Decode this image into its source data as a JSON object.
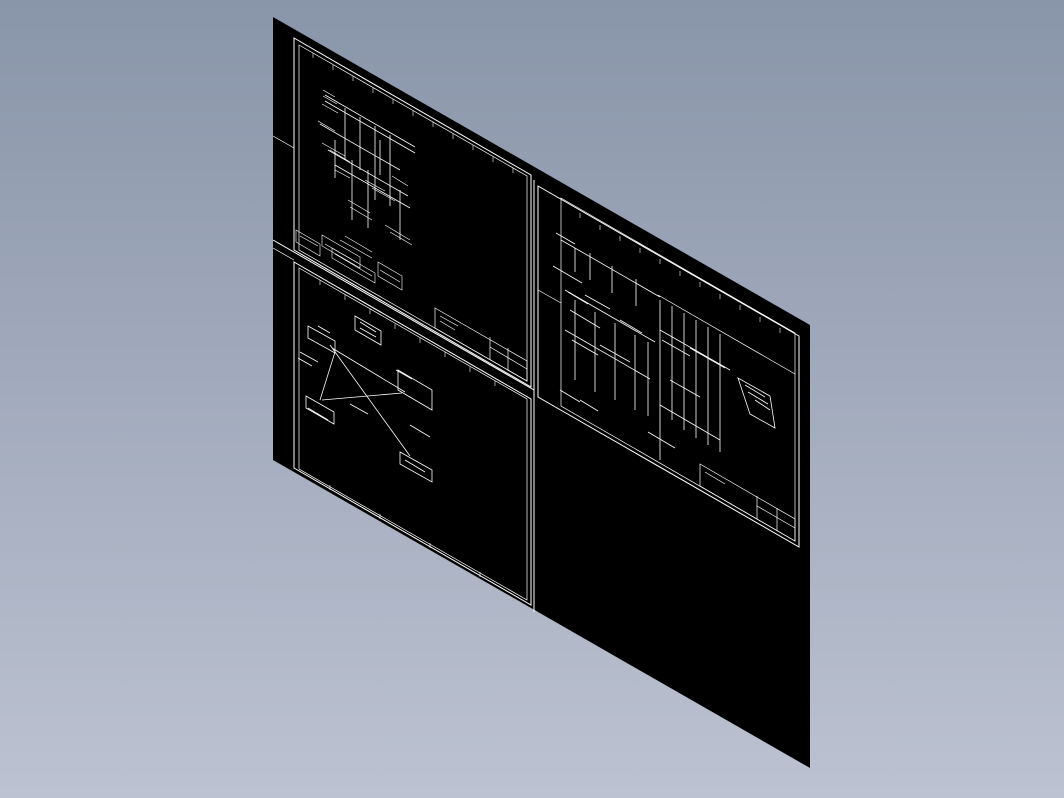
{
  "viewport": {
    "background_top": "#8995a9",
    "background_bottom": "#bcc2d1"
  },
  "model": {
    "sheet_color": "#000000",
    "line_color": "#ffffff",
    "sheets": [
      {
        "id": "sheet-top-left",
        "content": "single-line-schematic"
      },
      {
        "id": "sheet-top-right",
        "content": "control-schematic"
      },
      {
        "id": "sheet-bottom-left",
        "content": "block-diagram"
      },
      {
        "id": "sheet-bottom-right",
        "content": "empty"
      }
    ]
  }
}
